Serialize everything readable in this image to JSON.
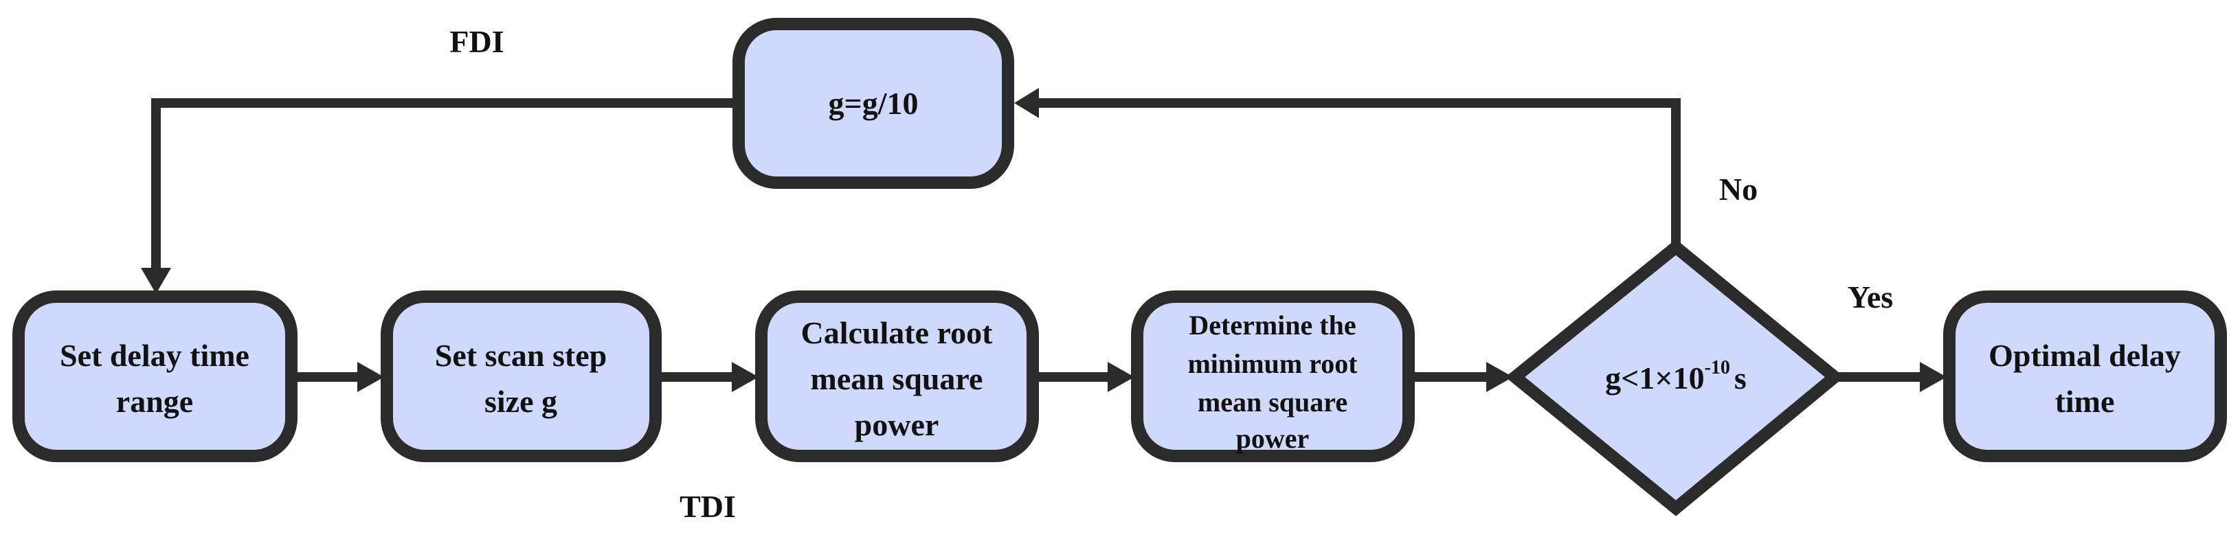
{
  "labels": {
    "fdi": "FDI",
    "tdi": "TDI",
    "no": "No",
    "yes": "Yes"
  },
  "nodes": {
    "update_step": [
      "g=g/10"
    ],
    "set_range": [
      "Set delay time",
      "range"
    ],
    "set_step": [
      "Set scan step",
      "size g"
    ],
    "calc_rms": [
      "Calculate root",
      "mean square",
      "power"
    ],
    "min_rms": [
      "Determine the",
      "minimum root",
      "mean square",
      "power"
    ],
    "decision": {
      "base": "g<1×10",
      "exp": "-10",
      "unit": "s"
    },
    "result": [
      "Optimal delay",
      "time"
    ]
  },
  "colors": {
    "fill": "#cfd9fb",
    "stroke": "#2b2b2b"
  }
}
